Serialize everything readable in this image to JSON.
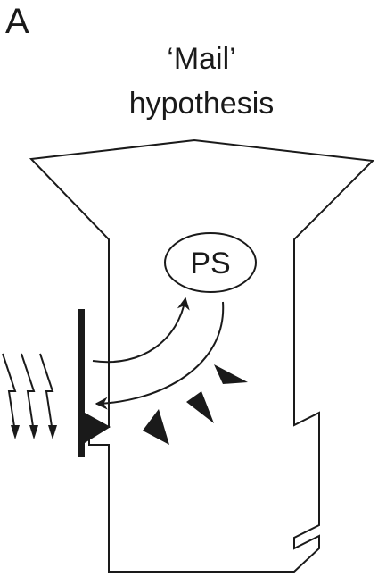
{
  "panel_label": "A",
  "title": {
    "line1": "‘Mail’",
    "line2": "hypothesis"
  },
  "ps_label": "PS",
  "colors": {
    "stroke": "#1a1a1a",
    "background": "#ffffff"
  }
}
